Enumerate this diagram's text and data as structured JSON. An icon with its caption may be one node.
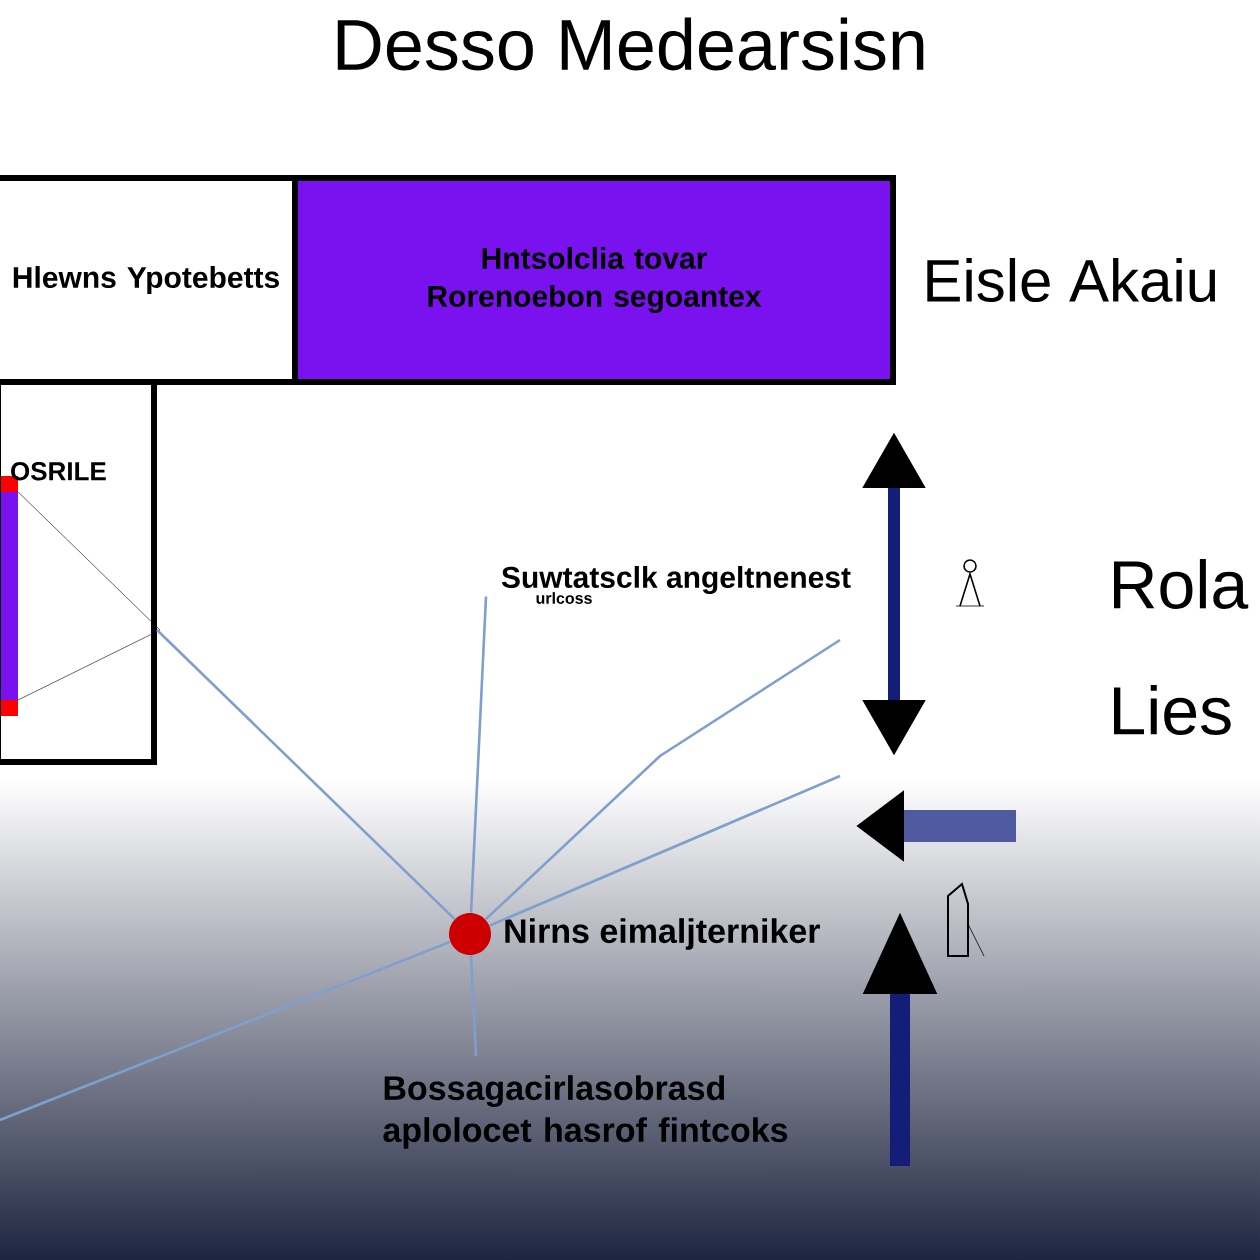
{
  "diagram": {
    "title": "Desso Medearsisn",
    "nodes": [
      {
        "text": [
          "Hlewns Ypotebetts"
        ]
      },
      {
        "text": [
          "Hntsolclia tovar Rorenoebon segoantex"
        ],
        "beside": [
          "Eisle Akaiu"
        ]
      },
      {
        "text": [
          "OSRILE"
        ]
      },
      {
        "text": [],
        "shape": "circle",
        "beside": [
          "Nirns eimaljterniker"
        ]
      },
      {
        "text": [
          "Suwtatsclk angeltnenest"
        ]
      }
    ],
    "edges": [
      {
        "from": 2,
        "to": 3,
        "arrow": "none"
      },
      {
        "from": 3,
        "to": 4,
        "arrow": "none"
      },
      {
        "from": 3,
        "to": null,
        "arrow": "none"
      },
      {
        "from": 3,
        "to": null,
        "arrow": "none"
      },
      {
        "from": 3,
        "to": null,
        "arrow": "none"
      },
      {
        "from": 3,
        "to": null,
        "arrow": "none"
      }
    ],
    "labels": [
      "urlcoss",
      "Rola",
      "Lies",
      "Bossagacirlasobrasd aplolocet hasrof fintcoks"
    ]
  }
}
